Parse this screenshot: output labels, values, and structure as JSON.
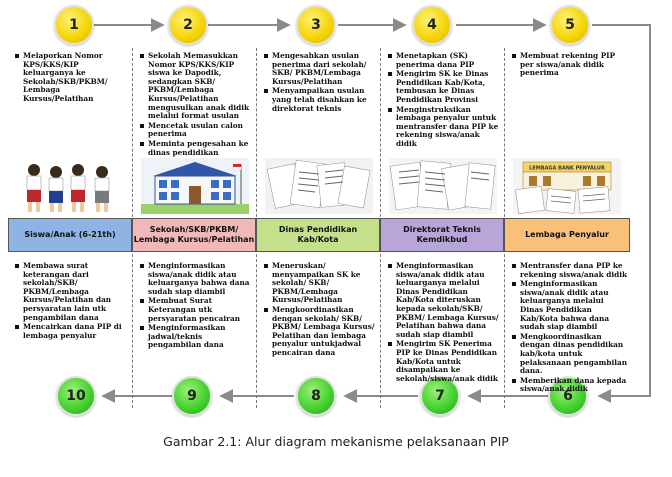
{
  "steps_top": [
    {
      "number": "1",
      "items": [
        "Melaporkan Nomor KPS/KKS/KIP keluarganya ke Sekolah/SKB/PKBM/ Lembaga Kursus/Pelatihan"
      ]
    },
    {
      "number": "2",
      "items": [
        "Sekolah Memasukkan Nomor KPS/KKS/KIP siswa ke Dapodik, sedangkan SKB/ PKBM/Lembaga Kursus/Pelatihan mengusulkan anak didik melalui format usulan",
        "Mencetak usulan calon penerima",
        "Meminta pengesahan ke dinas pendidikan"
      ]
    },
    {
      "number": "3",
      "items": [
        "Mengesahkan usulan penerima dari sekolah/ SKB/ PKBM/Lembaga Kursus/Pelatihan",
        "Menyampaikan usulan yang telah disahkan ke direktorat teknis"
      ]
    },
    {
      "number": "4",
      "items": [
        "Menetapkan (SK) penerima dana PIP",
        "Mengirim SK ke Dinas Pendidikan Kab/Kota, tembusan ke Dinas Pendidikan Provinsi",
        "Menginstruksikan lembaga penyalur untuk mentransfer dana PIP ke rekening siswa/anak didik"
      ]
    },
    {
      "number": "5",
      "items": [
        "Membuat rekening PIP per siswa/anak didik penerima"
      ]
    }
  ],
  "actors": [
    {
      "label": "Siswa/Anak (6-21th)",
      "color": "#8fb4e3"
    },
    {
      "label": "Sekolah/SKB/PKBM/ Lembaga Kursus/Pelatihan",
      "color": "#f2b8b8"
    },
    {
      "label": "Dinas Pendidikan Kab/Kota",
      "color": "#c5e08c"
    },
    {
      "label": "Direktorat Teknis Kemdikbud",
      "color": "#b9a6d9"
    },
    {
      "label": "Lembaga Penyalur",
      "color": "#f9c07a"
    }
  ],
  "steps_bottom": [
    {
      "number": "10",
      "items": [
        "Membawa surat keterangan dari sekolah/SKB/ PKBM/Lembaga Kursus/Pelatihan dan persyaratan lain utk pengambilan dana",
        "Mencairkan dana PIP di lembaga penyalur"
      ]
    },
    {
      "number": "9",
      "items": [
        "Menginformasikan siswa/anak didik atau keluarganya bahwa dana sudah siap diambil",
        "Membuat Surat Keterangan utk persyaratan pencairan",
        "Menginformasikan jadwal/teknis pengambilan dana"
      ]
    },
    {
      "number": "8",
      "items": [
        "Meneruskan/ menyampaikan SK ke sekolah/ SKB/ PKBM/Lembaga Kursus/Pelatihan",
        "Mengkoordinasikan dengan sekolah/ SKB/ PKBM/ Lembaga Kursus/ Pelatihan dan lembaga penyalur untukjadwal pencairan dana"
      ]
    },
    {
      "number": "7",
      "items": [
        "Menginformasikan siswa/anak didik atau keluarganya melalui Dinas Pendidikan Kab/Kota diteruskan kepada sekolah/SKB/ PKBM/ Lembaga Kursus/ Pelatihan bahwa dana sudah siap diambil",
        "Mengirim SK Penerima PIP ke Dinas Pendidikan Kab/Kota untuk disampaikan ke sekolah/siswa/anak didik"
      ]
    },
    {
      "number": "6",
      "items": [
        "Mentransfer dana PIP ke rekening siswa/anak didik",
        "Menginformasikan siswa/anak didik atau keluarganya melalui Dinas Pendidikan Kab/Kota bahwa dana sudah siap diambil",
        "Mengkoordinasikan dengan dinas pendidikan kab/kota untuk pelaksanaan pengambilan dana.",
        "Memberikan dana kepada siswa/anak didik"
      ]
    }
  ],
  "pictures": [
    {
      "icon": "students-icon"
    },
    {
      "icon": "school-building-icon"
    },
    {
      "icon": "documents-icon"
    },
    {
      "icon": "documents-icon"
    },
    {
      "icon": "bank-documents-icon",
      "sign": "LEMBAGA BANK PENYALUR"
    }
  ],
  "caption": "Gambar 2.1: Alur diagram mekanisme pelaksanaan PIP",
  "colors": {
    "top_circle": "#f4d300",
    "bottom_circle": "#3fcf2a",
    "arrow": "#8a8a8a"
  }
}
